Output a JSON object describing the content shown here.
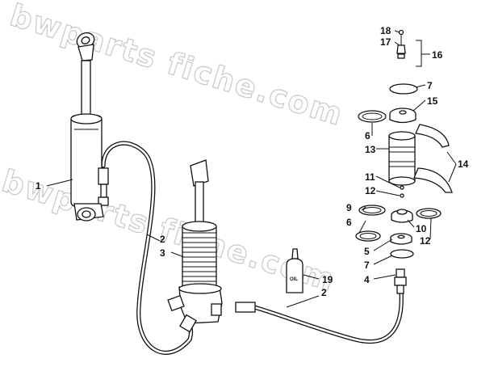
{
  "watermark": "bwparts fiche.com",
  "oil_label": "OIL",
  "callouts": {
    "c1": "1",
    "c2a": "2",
    "c2b": "2",
    "c3": "3",
    "c4": "4",
    "c5": "5",
    "c6a": "6",
    "c6b": "6",
    "c7a": "7",
    "c7b": "7",
    "c9": "9",
    "c10": "10",
    "c11": "11",
    "c12a": "12",
    "c12b": "12",
    "c13": "13",
    "c14": "14",
    "c15": "15",
    "c16": "16",
    "c17": "17",
    "c18": "18",
    "c19": "19"
  }
}
